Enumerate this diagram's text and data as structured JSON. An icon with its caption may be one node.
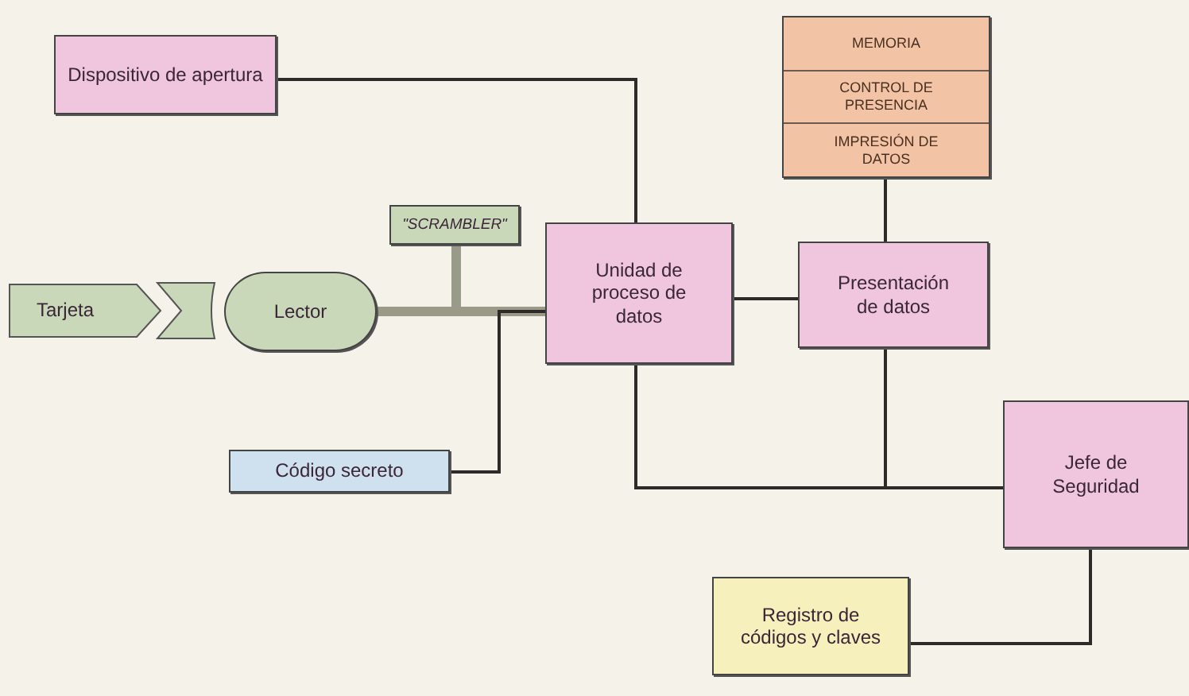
{
  "diagram": {
    "nodes": [
      {
        "text": [
          "Dispositivo de apertura"
        ]
      },
      {
        "text": [
          "MEMORIA",
          "CONTROL DE PRESENCIA",
          "IMPRESIÓN DE DATOS"
        ]
      },
      {
        "text": [
          "\"SCRAMBLER\""
        ]
      },
      {
        "text": [
          "Unidad de proceso de datos"
        ]
      },
      {
        "text": [
          "Presentación de datos"
        ]
      },
      {
        "text": [
          "Tarjeta"
        ]
      },
      {
        "text": [
          "Lector"
        ]
      },
      {
        "text": [
          "Código secreto"
        ]
      },
      {
        "text": [
          "Jefe de Seguridad"
        ]
      },
      {
        "text": [
          "Registro de códigos y claves"
        ]
      }
    ],
    "edges": [
      {
        "from": 0,
        "to": 3,
        "arrow": "none"
      },
      {
        "from": 6,
        "to": 3,
        "arrow": "none",
        "style": "thick",
        "color": "#9a9a88"
      },
      {
        "from": 2,
        "to": 3,
        "arrow": "none",
        "style": "thick",
        "color": "#9a9a88"
      },
      {
        "from": 7,
        "to": 3,
        "arrow": "none"
      },
      {
        "from": 3,
        "to": 4,
        "arrow": "none"
      },
      {
        "from": 1,
        "to": 4,
        "arrow": "none"
      },
      {
        "from": 3,
        "to": 8,
        "arrow": "none"
      },
      {
        "from": 4,
        "to": 8,
        "arrow": "none"
      },
      {
        "from": 8,
        "to": 9,
        "arrow": "none"
      }
    ]
  }
}
